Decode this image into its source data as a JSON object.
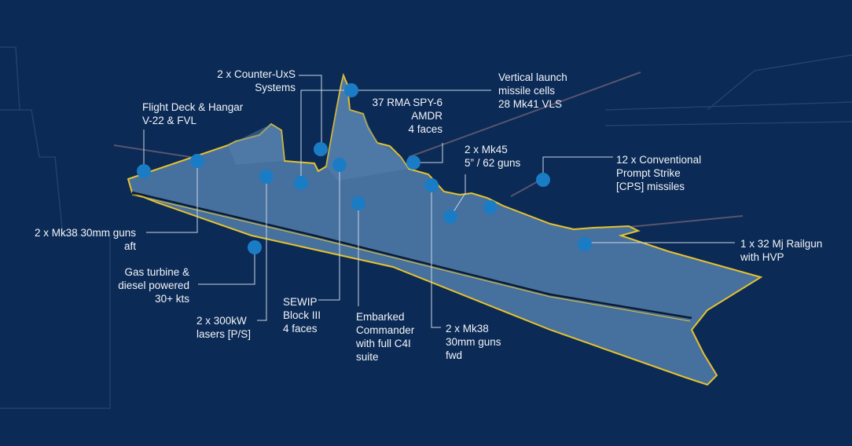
{
  "colors": {
    "background": "#0b2a55",
    "ship": "#46709e",
    "outline": "#e6c22f",
    "marker": "#1b7cc6",
    "line": "#c9d6e6"
  },
  "labels": {
    "counter_uxs": "2 x Counter-UxS\nSystems",
    "flight_deck": "Flight Deck & Hangar\nV-22 & FVL",
    "vls": "Vertical launch\nmissile cells\n28 Mk41 VLS",
    "spy6": "37 RMA SPY-6\nAMDR\n4 faces",
    "mk45": "2 x Mk45\n5” / 62 guns",
    "cps": "12 x Conventional\nPrompt Strike\n[CPS] missiles",
    "railgun": "1 x 32 Mj Railgun\nwith HVP",
    "mk38_aft": "2 x Mk38 30mm guns\naft",
    "gas_turbine": "Gas turbine &\ndiesel powered\n30+ kts",
    "lasers": "2 x 300kW\nlasers [P/S]",
    "sewip": "SEWIP\nBlock III\n4 faces",
    "commander": "Embarked\nCommander\nwith full C4I\nsuite",
    "mk38_fwd": "2 x Mk38\n30mm guns\nfwd"
  }
}
